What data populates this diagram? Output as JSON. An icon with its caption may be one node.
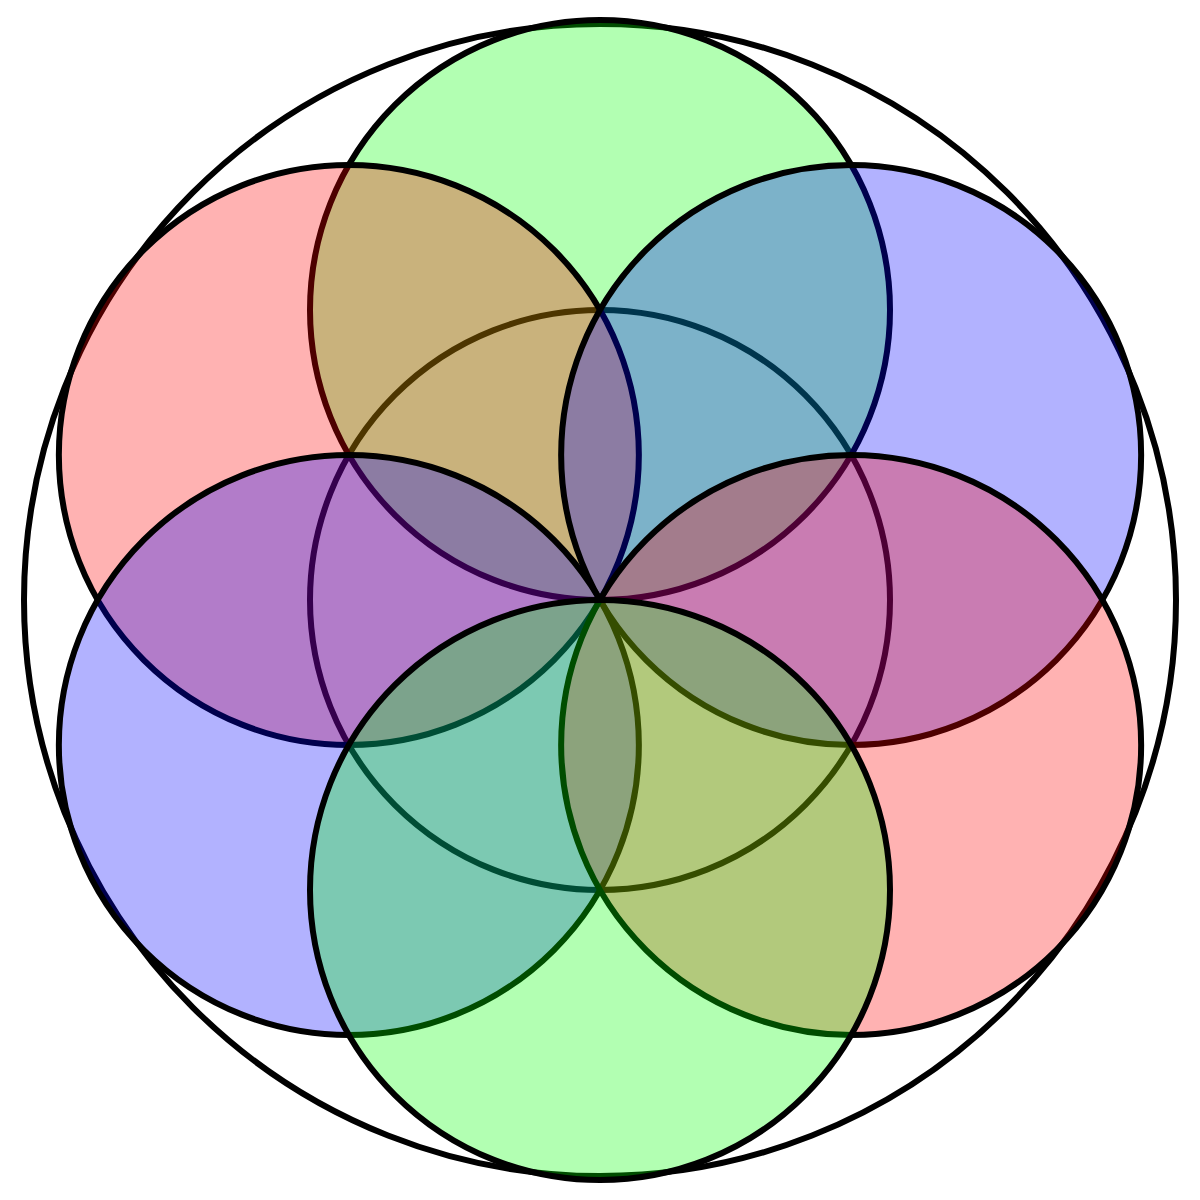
{
  "diagram": {
    "nodes": [
      {
        "text": [],
        "shape": "circle"
      },
      {
        "text": [],
        "shape": "circle",
        "in": 0
      },
      {
        "text": [],
        "shape": "circle",
        "in": 0
      },
      {
        "text": [],
        "shape": "circle",
        "in": 0
      },
      {
        "text": [],
        "shape": "circle",
        "in": 0
      },
      {
        "text": [],
        "shape": "circle",
        "in": 0
      },
      {
        "text": [],
        "shape": "circle",
        "in": 0
      },
      {
        "text": [],
        "shape": "circle",
        "in": 0
      }
    ]
  }
}
